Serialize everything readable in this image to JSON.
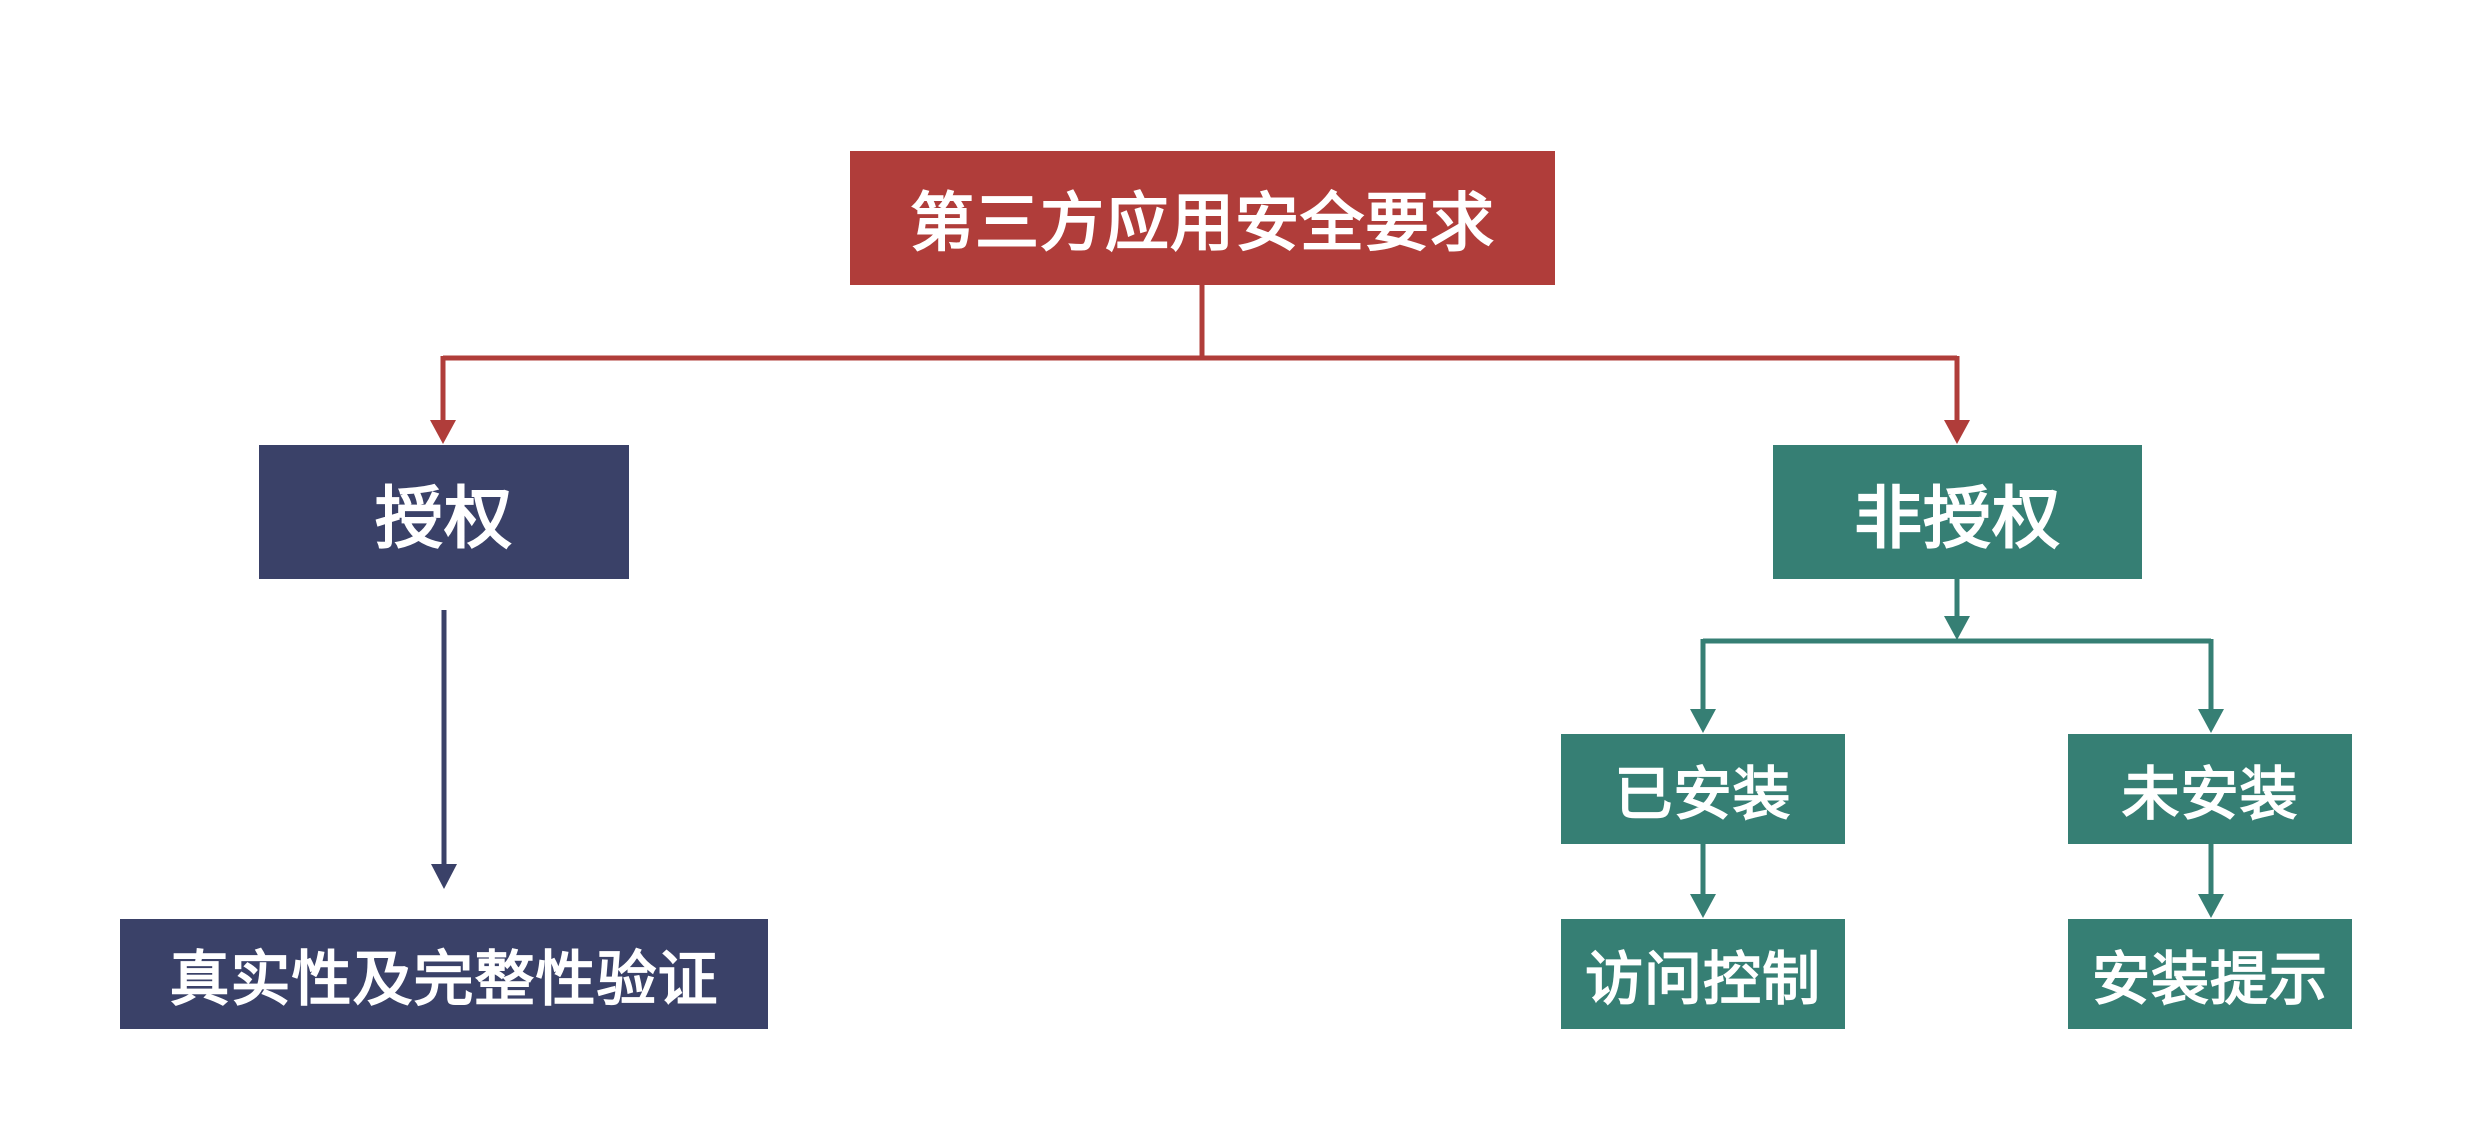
{
  "colors": {
    "red": "#B03D3A",
    "navy": "#3A4168",
    "teal": "#367F74",
    "text": "#FFFFFF",
    "background": "#FFFFFF"
  },
  "nodes": {
    "root": "第三方应用安全要求",
    "authorized": "授权",
    "unauthorized": "非授权",
    "verification": "真实性及完整性验证",
    "installed": "已安装",
    "not_installed": "未安装",
    "access_control": "访问控制",
    "install_hint": "安装提示"
  }
}
